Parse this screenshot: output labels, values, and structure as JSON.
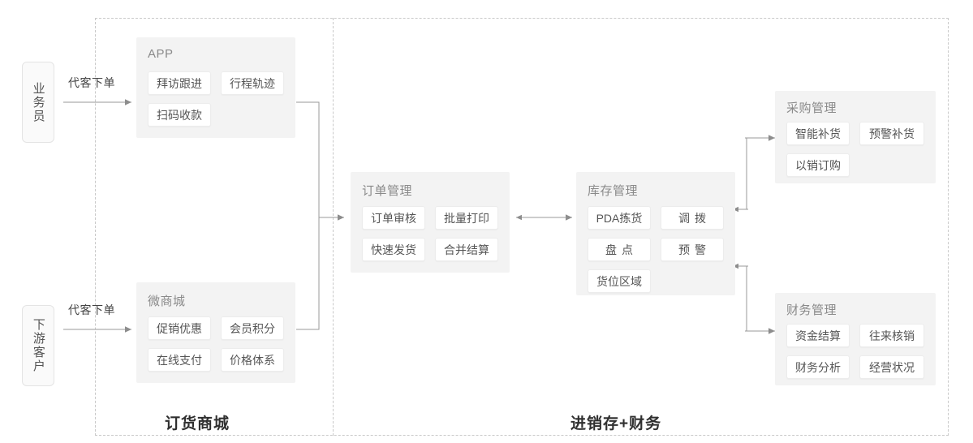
{
  "diagram": {
    "zones": [
      {
        "caption": "订货商城"
      },
      {
        "caption": "进销存+财务"
      }
    ],
    "actors": [
      {
        "label": "业务员",
        "flow_label": "代客下单"
      },
      {
        "label": "下游客户",
        "flow_label": "代客下单"
      }
    ],
    "panels": [
      {
        "title": "APP",
        "items": [
          "拜访跟进",
          "行程轨迹",
          "扫码收款"
        ]
      },
      {
        "title": "微商城",
        "items": [
          "促销优惠",
          "会员积分",
          "在线支付",
          "价格体系"
        ]
      },
      {
        "title": "订单管理",
        "items": [
          "订单审核",
          "批量打印",
          "快速发货",
          "合并结算"
        ]
      },
      {
        "title": "库存管理",
        "items": [
          "PDA拣货",
          "调拨",
          "盘点",
          "预警",
          "货位区域"
        ]
      },
      {
        "title": "采购管理",
        "items": [
          "智能补货",
          "预警补货",
          "以销订购"
        ]
      },
      {
        "title": "财务管理",
        "items": [
          "资金结算",
          "往来核销",
          "财务分析",
          "经营状况"
        ]
      }
    ],
    "colors": {
      "panel_bg": "#f3f3f3",
      "chip_bg": "#ffffff",
      "border": "#ececec",
      "dashed": "#c9c9c9",
      "arrow": "#888888",
      "text": "#555555",
      "title": "#8a8a8a",
      "caption": "#2f2f2f"
    }
  }
}
